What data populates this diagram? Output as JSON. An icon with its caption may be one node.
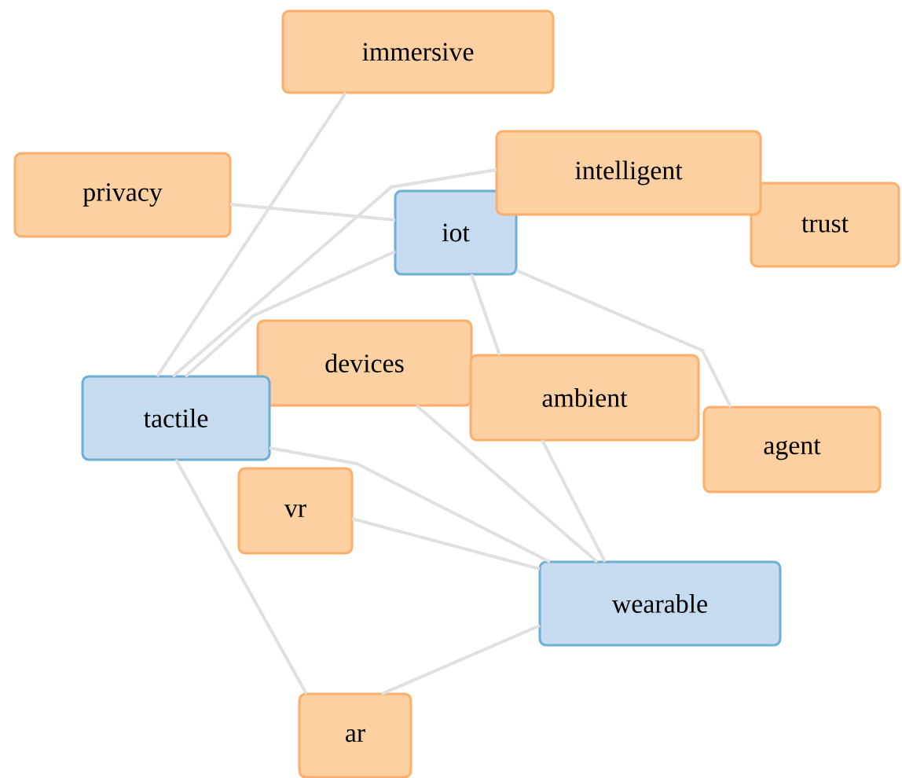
{
  "diagram": {
    "nodes": [
      {
        "text": [
          "immersive"
        ]
      },
      {
        "text": [
          "privacy"
        ]
      },
      {
        "text": [
          "intelligent"
        ]
      },
      {
        "text": [
          "iot"
        ]
      },
      {
        "text": [
          "trust"
        ]
      },
      {
        "text": [
          "devices"
        ]
      },
      {
        "text": [
          "tactile"
        ]
      },
      {
        "text": [
          "ambient"
        ]
      },
      {
        "text": [
          "agent"
        ]
      },
      {
        "text": [
          "vr"
        ]
      },
      {
        "text": [
          "wearable"
        ]
      },
      {
        "text": [
          "ar"
        ]
      }
    ],
    "edges": [
      {
        "from": 6,
        "to": 0,
        "arrow": "none"
      },
      {
        "from": 1,
        "to": 3,
        "arrow": "none"
      },
      {
        "from": 6,
        "to": 3,
        "arrow": "none"
      },
      {
        "from": 6,
        "to": 2,
        "arrow": "none"
      },
      {
        "from": 3,
        "to": 7,
        "arrow": "none"
      },
      {
        "from": 3,
        "to": 8,
        "arrow": "none"
      },
      {
        "from": 5,
        "to": 10,
        "arrow": "none"
      },
      {
        "from": 7,
        "to": 10,
        "arrow": "none"
      },
      {
        "from": 6,
        "to": 10,
        "arrow": "none"
      },
      {
        "from": 9,
        "to": 10,
        "arrow": "none"
      },
      {
        "from": 6,
        "to": 11,
        "arrow": "none"
      },
      {
        "from": 11,
        "to": 10,
        "arrow": "none"
      }
    ]
  }
}
